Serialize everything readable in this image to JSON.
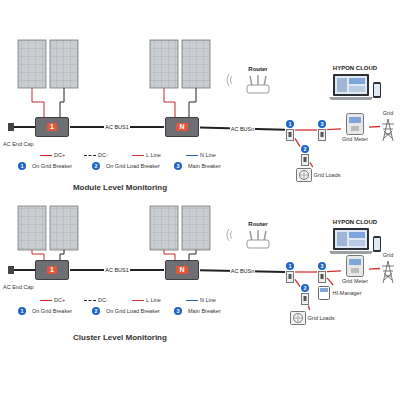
{
  "diagram": {
    "nodes": [
      {
        "text": [
          "1"
        ]
      },
      {
        "text": [
          "N"
        ]
      },
      {
        "text": [
          "Router"
        ]
      },
      {
        "text": [
          "HYPON CLOUD"
        ]
      },
      {
        "text": [
          "1"
        ]
      },
      {
        "text": [
          "3"
        ]
      },
      {
        "text": [
          "2"
        ]
      },
      {
        "text": [
          "Grid Meter"
        ]
      },
      {
        "text": [
          "Grid"
        ]
      },
      {
        "text": [
          "Grid Loads"
        ]
      },
      {
        "text": [
          "1"
        ]
      },
      {
        "text": [
          "N"
        ]
      },
      {
        "text": [
          "Router"
        ]
      },
      {
        "text": [
          "HYPON CLOUD"
        ]
      },
      {
        "text": [
          "1"
        ]
      },
      {
        "text": [
          "3"
        ]
      },
      {
        "text": [
          "2"
        ]
      },
      {
        "text": [
          "Grid Meter"
        ]
      },
      {
        "text": [
          "Grid"
        ]
      },
      {
        "text": [
          "HI-Manager"
        ]
      },
      {
        "text": [
          "Grid Loads"
        ]
      }
    ],
    "edges": [
      {
        "from": 0,
        "to": 1,
        "arrow": "none",
        "label": "AC BUS1"
      },
      {
        "from": 1,
        "to": 4,
        "arrow": "none",
        "label": "AC BUSn"
      },
      {
        "from": 4,
        "to": 5,
        "arrow": "none"
      },
      {
        "from": 5,
        "to": 7,
        "arrow": "none"
      },
      {
        "from": 7,
        "to": 8,
        "arrow": "none"
      },
      {
        "from": 4,
        "to": 6,
        "arrow": "none"
      },
      {
        "from": 6,
        "to": 9,
        "arrow": "none"
      },
      {
        "from": 10,
        "to": 11,
        "arrow": "none",
        "label": "AC BUS1"
      },
      {
        "from": 11,
        "to": 14,
        "arrow": "none",
        "label": "AC BUSn"
      },
      {
        "from": 14,
        "to": 15,
        "arrow": "none"
      },
      {
        "from": 15,
        "to": 17,
        "arrow": "none"
      },
      {
        "from": 17,
        "to": 18,
        "arrow": "none"
      },
      {
        "from": 14,
        "to": 16,
        "arrow": "none"
      },
      {
        "from": 16,
        "to": 20,
        "arrow": "none"
      },
      {
        "from": 15,
        "to": 19,
        "arrow": "none"
      }
    ],
    "labels": [
      "AC End Cap",
      "1",
      "2",
      "3",
      "Module Level Monitoring",
      "AC End Cap",
      "1",
      "2",
      "3",
      "Cluster Level Monitoring"
    ],
    "legend": [
      {
        "text": "DC+"
      },
      {
        "text": "DC-"
      },
      {
        "text": "L Line"
      },
      {
        "text": "N Line"
      },
      {
        "text": "On Grid Breaker"
      },
      {
        "text": "On Grid Load Breaker"
      },
      {
        "text": "Main Breaker"
      },
      {
        "text": "DC+"
      },
      {
        "text": "DC-"
      },
      {
        "text": "L Line"
      },
      {
        "text": "N Line"
      },
      {
        "text": "On Grid Breaker"
      },
      {
        "text": "On Grid Load Breaker"
      },
      {
        "text": "Main Breaker"
      }
    ]
  }
}
